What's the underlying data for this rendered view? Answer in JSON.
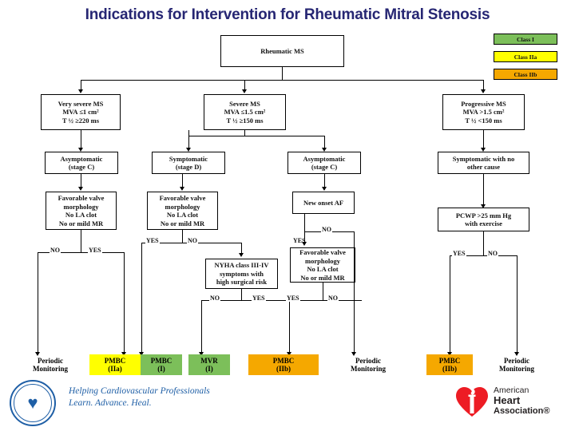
{
  "title": "Indications for Intervention for Rheumatic Mitral Stenosis",
  "legend": [
    {
      "label": "Class I",
      "color": "#7cbf5a"
    },
    {
      "label": "Class IIa",
      "color": "#ffff00"
    },
    {
      "label": "Class IIb",
      "color": "#f5a800"
    }
  ],
  "nodes": {
    "root": {
      "lines": [
        "Rheumatic MS"
      ]
    },
    "very_severe": {
      "lines": [
        "Very severe MS",
        "MVA ≤1 cm²",
        "T ½ ≥220 ms"
      ]
    },
    "severe": {
      "lines": [
        "Severe MS",
        "MVA ≤1.5 cm²",
        "T ½ ≥150 ms"
      ]
    },
    "progressive": {
      "lines": [
        "Progressive MS",
        "MVA >1.5 cm²",
        "T ½ <150 ms"
      ]
    },
    "asymp_c_left": {
      "lines": [
        "Asymptomatic",
        "(stage C)"
      ]
    },
    "symp_d": {
      "lines": [
        "Symptomatic",
        "(stage D)"
      ]
    },
    "asymp_c_right": {
      "lines": [
        "Asymptomatic",
        "(stage C)"
      ]
    },
    "symp_no_cause": {
      "lines": [
        "Symptomatic with no",
        "other cause"
      ]
    },
    "fav_left": {
      "lines": [
        "Favorable valve",
        "morphology",
        "No LA clot",
        "No or mild MR"
      ]
    },
    "fav_mid": {
      "lines": [
        "Favorable valve",
        "morphology",
        "No LA clot",
        "No or mild MR"
      ]
    },
    "new_af": {
      "lines": [
        "New onset AF"
      ]
    },
    "pcwp": {
      "lines": [
        "PCWP >25 mm Hg",
        "with exercise"
      ]
    },
    "nyha": {
      "lines": [
        "NYHA class III-IV",
        "symptoms with",
        "high  surgical risk"
      ]
    },
    "fav_af": {
      "lines": [
        "Favorable valve",
        "morphology",
        "No LA clot",
        "No or mild MR"
      ]
    }
  },
  "edge_labels": {
    "left_no": "NO",
    "left_yes": "YES",
    "mid_yes": "YES",
    "mid_no": "NO",
    "nyha_no": "NO",
    "nyha_yes": "YES",
    "af_no": "NO",
    "af_yes": "YES",
    "favaf_yes": "YES",
    "favaf_no": "NO",
    "pcwp_yes": "YES",
    "pcwp_no": "NO"
  },
  "outcomes": [
    {
      "id": "periodic1",
      "lines": [
        "Periodic",
        "Monitoring"
      ],
      "color": "none",
      "boxed": false
    },
    {
      "id": "pmbc_iia",
      "lines": [
        "PMBC",
        "(IIa)"
      ],
      "color": "#ffff00",
      "boxed": true
    },
    {
      "id": "pmbc_i",
      "lines": [
        "PMBC",
        "(I)"
      ],
      "color": "#7cbf5a",
      "boxed": true
    },
    {
      "id": "mvr_i",
      "lines": [
        "MVR",
        "(I)"
      ],
      "color": "#7cbf5a",
      "boxed": true
    },
    {
      "id": "pmbc_iib1",
      "lines": [
        "PMBC",
        "(IIb)"
      ],
      "color": "#f5a800",
      "boxed": true
    },
    {
      "id": "periodic2",
      "lines": [
        "Periodic",
        "Monitoring"
      ],
      "color": "none",
      "boxed": false
    },
    {
      "id": "pmbc_iib2",
      "lines": [
        "PMBC",
        "(IIb)"
      ],
      "color": "#f5a800",
      "boxed": true
    },
    {
      "id": "periodic3",
      "lines": [
        "Periodic",
        "Monitoring"
      ],
      "color": "none",
      "boxed": false
    }
  ],
  "footer": {
    "acc_tagline_1": "Helping Cardiovascular Professionals",
    "acc_tagline_2": "Learn. Advance. Heal.",
    "aha_1": "American",
    "aha_2": "Heart",
    "aha_3": "Association®"
  }
}
